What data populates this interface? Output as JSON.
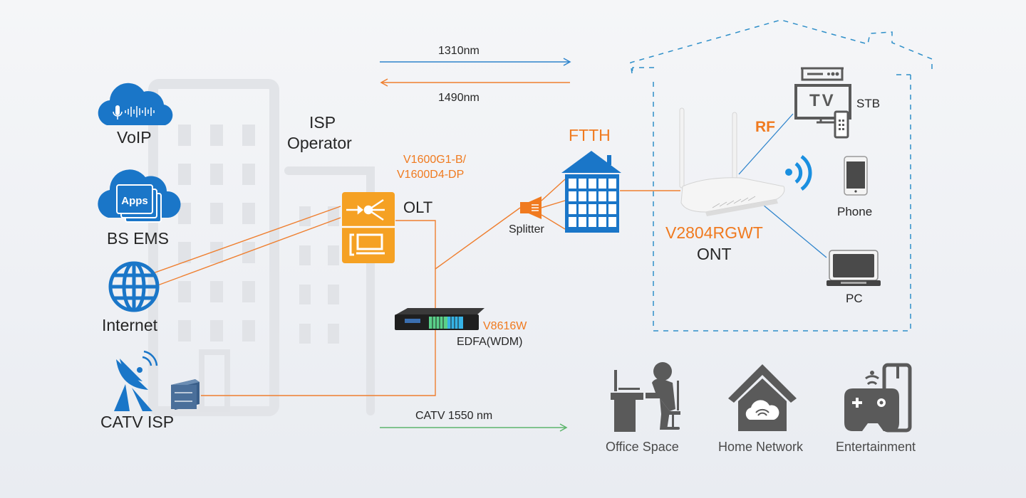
{
  "colors": {
    "blue": "#1a76c8",
    "orange": "#f28a1e",
    "orange_line": "#ef7f2f",
    "green_line": "#5db56c",
    "dashed_blue": "#2e8fc9",
    "icon_grey": "#5a5a5a",
    "text_dark": "#262626"
  },
  "wavelengths": {
    "upstream": "1310nm",
    "downstream": "1490nm",
    "catv": "CATV  1550 nm"
  },
  "sources": {
    "voip": {
      "label": "VoIP",
      "icon": "cloud-voice-icon"
    },
    "bs_ems": {
      "label": "BS EMS",
      "icon": "cloud-apps-icon",
      "icon_text": "Apps"
    },
    "internet": {
      "label": "Internet",
      "icon": "globe-icon"
    },
    "catv_isp": {
      "label": "CATV ISP",
      "icon": "satellite-dish-icon"
    }
  },
  "isp_operator": {
    "label_line1": "ISP",
    "label_line2": "Operator"
  },
  "olt": {
    "model_line1": "V1600G1-B/",
    "model_line2": "V1600D4-DP",
    "label": "OLT"
  },
  "edfa": {
    "model": "V8616W",
    "label": "EDFA(WDM)"
  },
  "splitter": {
    "label": "Splitter"
  },
  "ftth": {
    "label": "FTTH"
  },
  "ont": {
    "model": "V2804RGWT",
    "label": "ONT"
  },
  "home_devices": {
    "rf_label": "RF",
    "stb": {
      "screen_text": "TV",
      "label": "STB"
    },
    "phone": {
      "label": "Phone"
    },
    "pc": {
      "label": "PC"
    }
  },
  "scenarios": [
    {
      "label": "Office Space",
      "icon": "office-worker-icon"
    },
    {
      "label": "Home Network",
      "icon": "home-network-icon"
    },
    {
      "label": "Entertainment",
      "icon": "gamepad-icon"
    }
  ]
}
